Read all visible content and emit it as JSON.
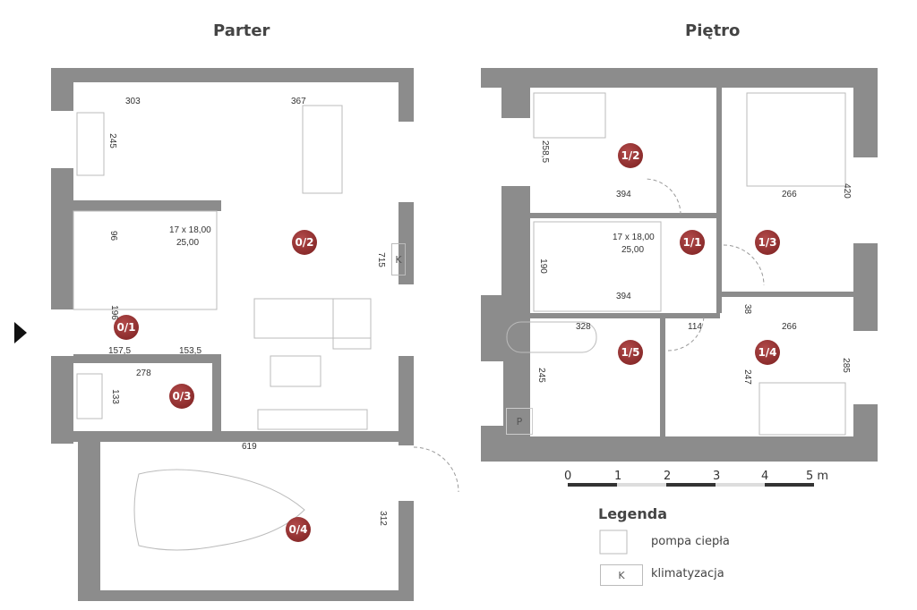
{
  "floors": {
    "ground": {
      "title": "Parter",
      "rooms": [
        "0/1",
        "0/2",
        "0/3",
        "0/4"
      ],
      "dimensions": {
        "d303": "303",
        "d367": "367",
        "d245": "245",
        "d96": "96",
        "stairs_count": "17 x 18,00",
        "stairs_depth": "25,00",
        "d715": "715",
        "d196": "196",
        "d157": "157,5",
        "d153": "153,5",
        "d278": "278",
        "d133": "133",
        "d619": "619",
        "d312": "312"
      },
      "ac_marker": "K"
    },
    "upper": {
      "title": "Piętro",
      "rooms": [
        "1/1",
        "1/2",
        "1/3",
        "1/4",
        "1/5"
      ],
      "dimensions": {
        "d258": "258,5",
        "d394a": "394",
        "d266a": "266",
        "d420": "420",
        "stairs_count": "17 x 18,00",
        "stairs_depth": "25,00",
        "d190": "190",
        "d394b": "394",
        "d328": "328",
        "d114": "114",
        "d38": "38",
        "d266b": "266",
        "d245": "245",
        "d247": "247",
        "d285": "285"
      },
      "heat_pump_marker": "P"
    }
  },
  "scale": {
    "ticks": [
      "0",
      "1",
      "2",
      "3",
      "4",
      "5 m"
    ]
  },
  "legend": {
    "title": "Legenda",
    "items": [
      {
        "label": "pompa ciepła",
        "icon": "heat-pump-icon"
      },
      {
        "label": "klimatyzacja",
        "icon": "ac-icon",
        "marker": "K"
      }
    ]
  },
  "colors": {
    "wall": "#8c8c8c",
    "badge": "#8b2a2a"
  }
}
